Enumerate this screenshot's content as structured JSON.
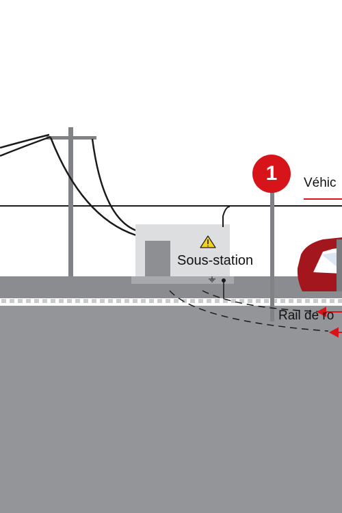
{
  "diagram": {
    "marker": {
      "number": "1",
      "color": "#d7141a"
    },
    "labels": {
      "substation": "Sous-station",
      "vehicle": "Véhic",
      "rail": "Rail de ro"
    },
    "symbols": {
      "warning": "warning-triangle-icon",
      "ground": "ground-symbol-icon"
    },
    "colors": {
      "ground": "#939598",
      "platform": "#8a8c8f",
      "pole": "#808285",
      "substation_box": "#dcdee0",
      "accent": "#d7141a",
      "vehicle": "#a3161e"
    }
  }
}
